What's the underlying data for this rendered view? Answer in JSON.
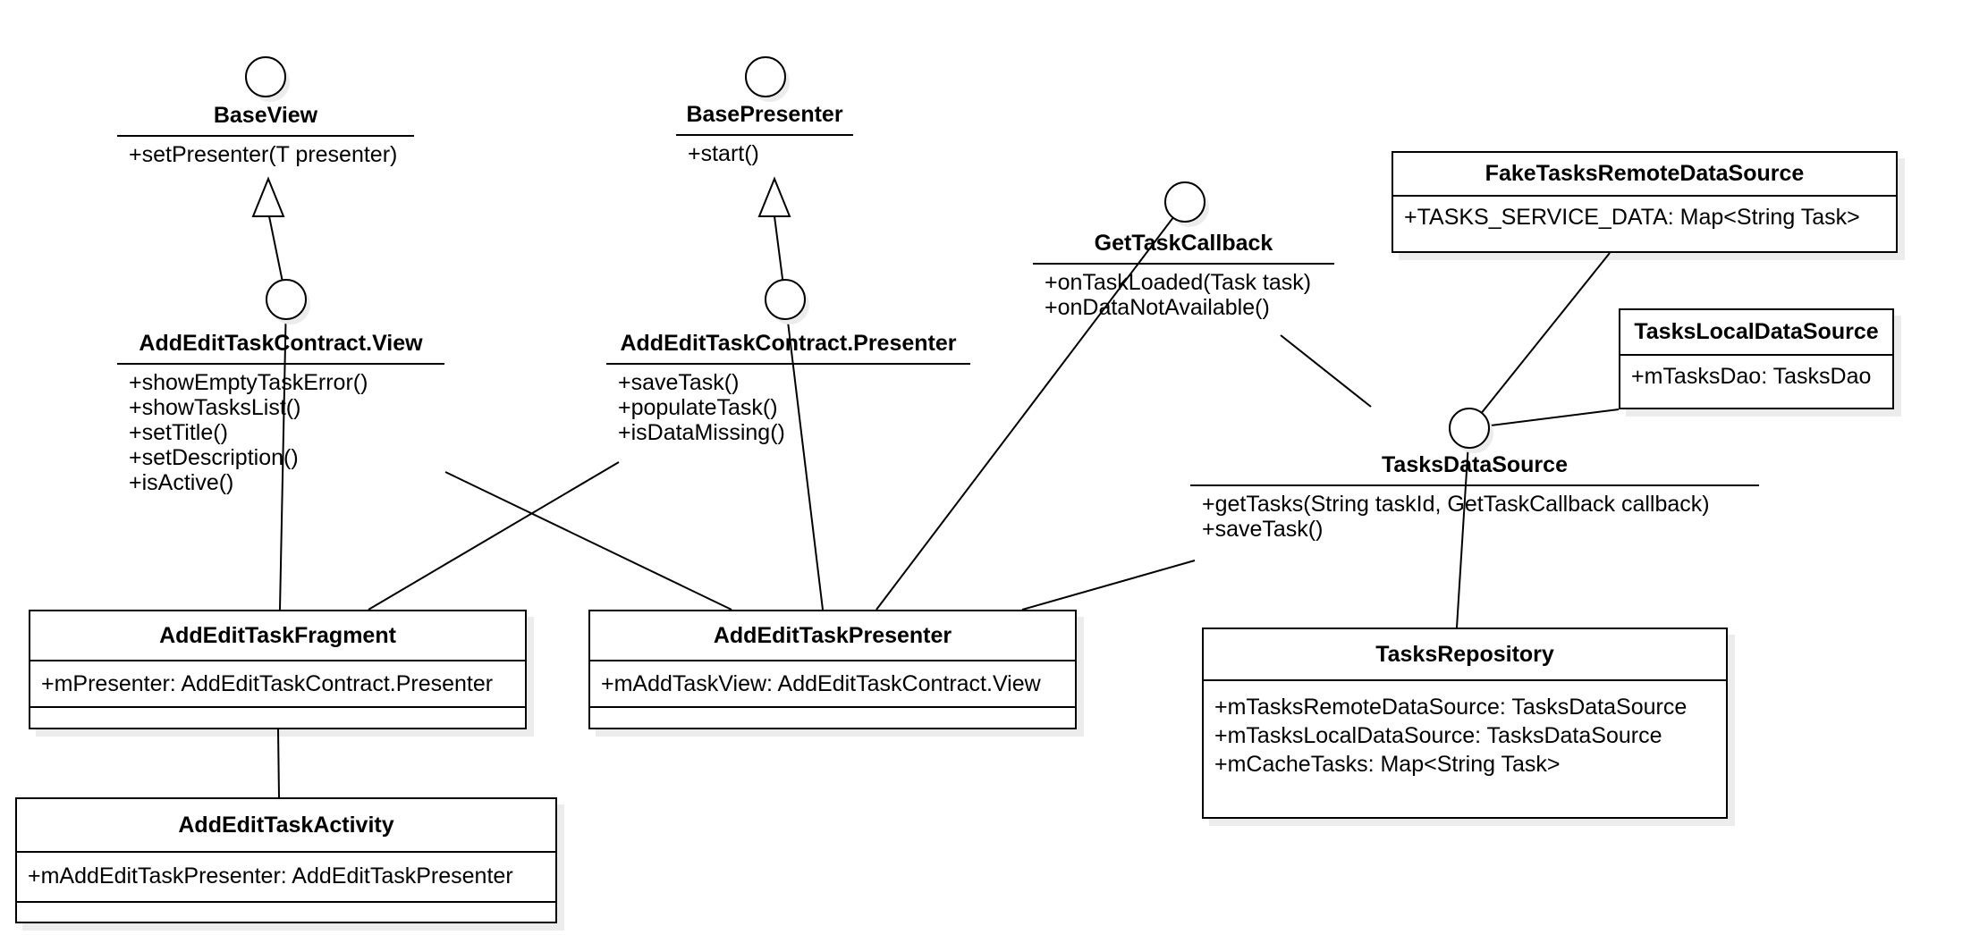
{
  "diagram": {
    "title": "AddEditTask MVP UML class diagram",
    "colors": {
      "line": "#000000",
      "node_fill": "#ffffff",
      "shadow": "#ececec",
      "background": "#ffffff"
    },
    "interfaces": [
      {
        "name": "BaseView",
        "methods": [
          "+setPresenter(T presenter)"
        ]
      },
      {
        "name": "BasePresenter",
        "methods": [
          "+start()"
        ]
      },
      {
        "name": "AddEditTaskContract.View",
        "methods": [
          "+showEmptyTaskError()",
          "+showTasksList()",
          "+setTitle()",
          "+setDescription()",
          "+isActive()"
        ]
      },
      {
        "name": "AddEditTaskContract.Presenter",
        "methods": [
          "+saveTask()",
          "+populateTask()",
          "+isDataMissing()"
        ]
      },
      {
        "name": "GetTaskCallback",
        "methods": [
          "+onTaskLoaded(Task task)",
          "+onDataNotAvailable()"
        ]
      },
      {
        "name": "TasksDataSource",
        "methods": [
          "+getTasks(String taskId, GetTaskCallback callback)",
          "+saveTask()"
        ]
      }
    ],
    "classes": [
      {
        "name": "FakeTasksRemoteDataSource",
        "attributes": [
          "+TASKS_SERVICE_DATA: Map<String Task>"
        ]
      },
      {
        "name": "TasksLocalDataSource",
        "attributes": [
          "+mTasksDao: TasksDao"
        ]
      },
      {
        "name": "AddEditTaskFragment",
        "attributes": [
          "+mPresenter: AddEditTaskContract.Presenter"
        ]
      },
      {
        "name": "AddEditTaskPresenter",
        "attributes": [
          "+mAddTaskView: AddEditTaskContract.View"
        ]
      },
      {
        "name": "TasksRepository",
        "attributes": [
          "+mTasksRemoteDataSource: TasksDataSource",
          "+mTasksLocalDataSource: TasksDataSource",
          "+mCacheTasks: Map<String Task>"
        ]
      },
      {
        "name": "AddEditTaskActivity",
        "attributes": [
          "+mAddEditTaskPresenter: AddEditTaskPresenter"
        ]
      }
    ],
    "relationships": [
      {
        "from": "AddEditTaskContract.View",
        "to": "BaseView",
        "type": "generalization"
      },
      {
        "from": "AddEditTaskContract.Presenter",
        "to": "BasePresenter",
        "type": "generalization"
      },
      {
        "from": "AddEditTaskFragment",
        "to": "AddEditTaskContract.View",
        "type": "association"
      },
      {
        "from": "AddEditTaskFragment",
        "to": "AddEditTaskContract.Presenter",
        "type": "association"
      },
      {
        "from": "AddEditTaskPresenter",
        "to": "AddEditTaskContract.Presenter",
        "type": "association"
      },
      {
        "from": "AddEditTaskPresenter",
        "to": "AddEditTaskContract.View",
        "type": "association"
      },
      {
        "from": "AddEditTaskPresenter",
        "to": "GetTaskCallback",
        "type": "association"
      },
      {
        "from": "AddEditTaskPresenter",
        "to": "TasksDataSource",
        "type": "association"
      },
      {
        "from": "GetTaskCallback",
        "to": "TasksDataSource",
        "type": "association"
      },
      {
        "from": "FakeTasksRemoteDataSource",
        "to": "TasksDataSource",
        "type": "association"
      },
      {
        "from": "TasksLocalDataSource",
        "to": "TasksDataSource",
        "type": "association"
      },
      {
        "from": "TasksRepository",
        "to": "TasksDataSource",
        "type": "association"
      },
      {
        "from": "AddEditTaskActivity",
        "to": "AddEditTaskFragment",
        "type": "association"
      }
    ]
  }
}
